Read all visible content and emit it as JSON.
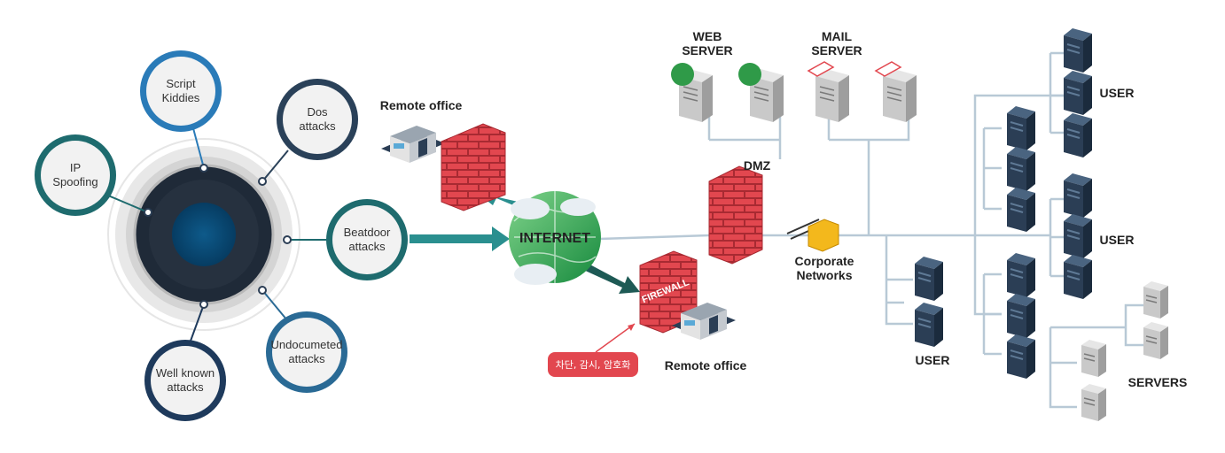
{
  "attack_types": [
    {
      "line1": "Script",
      "line2": "Kiddies",
      "color": "#2a7bb8"
    },
    {
      "line1": "Dos",
      "line2": "attacks",
      "color": "#2a4159"
    },
    {
      "line1": "IP",
      "line2": "Spoofing",
      "color": "#1e6b6e"
    },
    {
      "line1": "Beatdoor",
      "line2": "attacks",
      "color": "#1e6b6e"
    },
    {
      "line1": "Well known",
      "line2": "attacks",
      "color": "#1e3a5c"
    },
    {
      "line1": "Undocumeted",
      "line2": "attacks",
      "color": "#2a6a95"
    }
  ],
  "internet": {
    "label": "INTERNET"
  },
  "remote_office_top": {
    "label": "Remote office"
  },
  "remote_office_bottom": {
    "label": "Remote office"
  },
  "firewall": {
    "label": "FIREWALL"
  },
  "note": {
    "text": "차단, 감시, 암호화",
    "color": "#e2474f"
  },
  "web_server": {
    "line1": "WEB",
    "line2": "SERVER"
  },
  "mail_server": {
    "line1": "MAIL",
    "line2": "SERVER"
  },
  "dmz": {
    "label": "DMZ"
  },
  "corporate": {
    "line1": "Corporate",
    "line2": "Networks"
  },
  "user_labels": [
    "USER",
    "USER",
    "USER"
  ],
  "servers_label": "SERVERS",
  "colors": {
    "teal": "#2a8f8f",
    "brick": "#e2474f",
    "line": "#b8c9d6",
    "dark_server": "#2b3e55"
  }
}
